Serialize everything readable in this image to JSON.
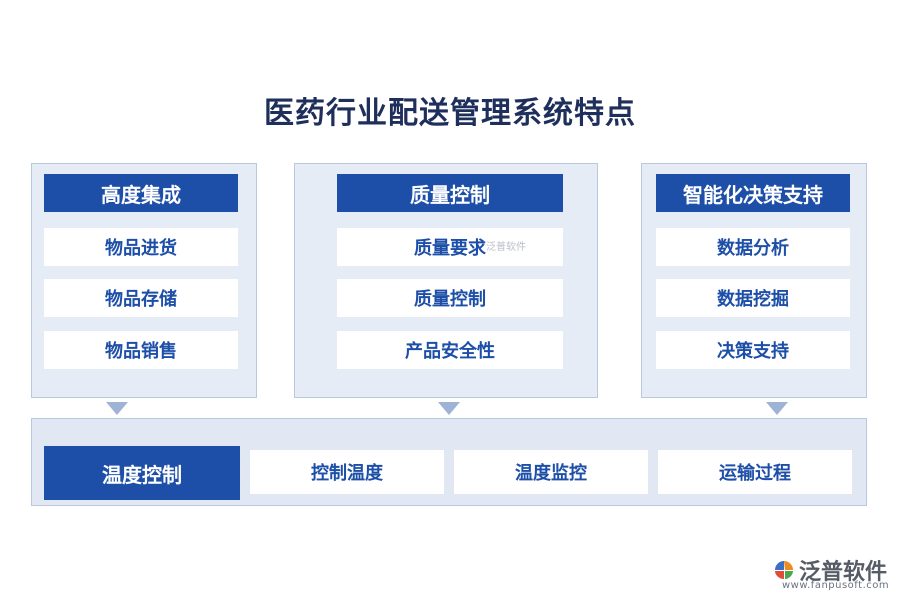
{
  "title": "医药行业配送管理系统特点",
  "panels": [
    {
      "header": "高度集成",
      "items": [
        "物品进货",
        "物品存储",
        "物品销售"
      ]
    },
    {
      "header": "质量控制",
      "items": [
        "质量要求",
        "质量控制",
        "产品安全性"
      ]
    },
    {
      "header": "智能化决策支持",
      "items": [
        "数据分析",
        "数据挖掘",
        "决策支持"
      ]
    }
  ],
  "bottom": {
    "main": "温度控制",
    "items": [
      "控制温度",
      "温度监控",
      "运输过程"
    ]
  },
  "watermark": "泛普软件",
  "logo": {
    "name": "泛普软件",
    "url": "www.fanpusoft.com"
  },
  "colors": {
    "primary": "#1d4fa8",
    "panel_bg": "#e6ecf6",
    "title": "#1f2f5c"
  }
}
